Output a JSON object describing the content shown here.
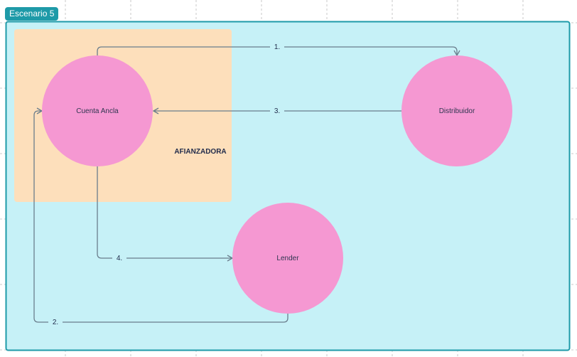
{
  "frame": {
    "title": "Escenario 5"
  },
  "group": {
    "label": "AFIANZADORA"
  },
  "nodes": {
    "cuenta": "Cuenta Ancla",
    "distribuidor": "Distribuidor",
    "lender": "Lender"
  },
  "edges": {
    "e1": "1.",
    "e2": "2.",
    "e3": "3.",
    "e4": "4."
  },
  "colors": {
    "frame": "#1e9aa8",
    "frame_fill": "#c6f1f7",
    "group_fill": "#fddfbb",
    "node": "#f598d2",
    "edge": "#6a7d8c"
  }
}
